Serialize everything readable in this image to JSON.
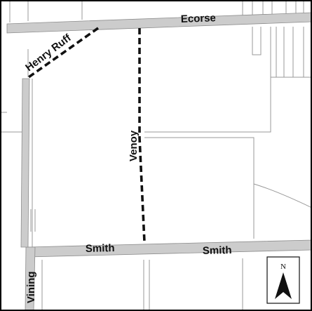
{
  "roads": {
    "ecorse": "Ecorse",
    "henry_ruff": "Henry Ruff",
    "venoy": "Venoy",
    "smith_west": "Smith",
    "smith_east": "Smith",
    "vining": "Vining"
  },
  "north_arrow": {
    "letter": "N",
    "icon": "north-arrow-icon"
  },
  "colors": {
    "major_road": "#cccccc",
    "minor_road": "#999999",
    "route": "#111111",
    "frame": "#000000",
    "background": "#ffffff"
  }
}
